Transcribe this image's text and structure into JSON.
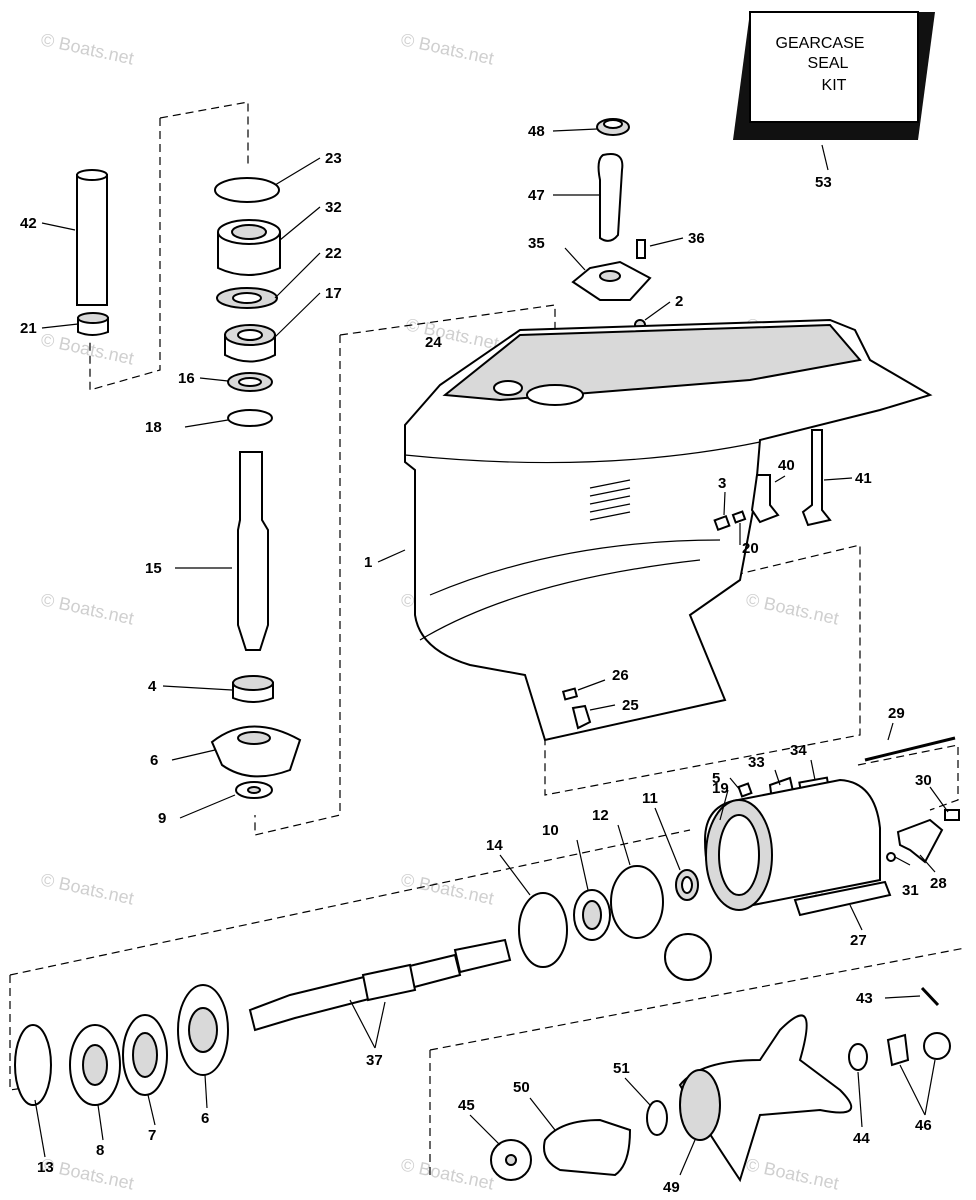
{
  "watermark": "© Boats.net",
  "kit": {
    "lines": [
      "GEARCASE",
      "SEAL",
      "KIT"
    ],
    "number": "53"
  },
  "callouts": [
    {
      "id": "23",
      "text": "23"
    },
    {
      "id": "32",
      "text": "32"
    },
    {
      "id": "22",
      "text": "22"
    },
    {
      "id": "17",
      "text": "17"
    },
    {
      "id": "42",
      "text": "42"
    },
    {
      "id": "21",
      "text": "21"
    },
    {
      "id": "16",
      "text": "16"
    },
    {
      "id": "18",
      "text": "18"
    },
    {
      "id": "15",
      "text": "15"
    },
    {
      "id": "4",
      "text": "4"
    },
    {
      "id": "6a",
      "text": "6"
    },
    {
      "id": "9",
      "text": "9"
    },
    {
      "id": "48",
      "text": "48"
    },
    {
      "id": "47",
      "text": "47"
    },
    {
      "id": "35",
      "text": "35"
    },
    {
      "id": "36",
      "text": "36"
    },
    {
      "id": "2",
      "text": "2"
    },
    {
      "id": "24",
      "text": "24"
    },
    {
      "id": "1",
      "text": "1"
    },
    {
      "id": "3",
      "text": "3"
    },
    {
      "id": "40",
      "text": "40"
    },
    {
      "id": "41",
      "text": "41"
    },
    {
      "id": "20",
      "text": "20"
    },
    {
      "id": "26",
      "text": "26"
    },
    {
      "id": "25",
      "text": "25"
    },
    {
      "id": "29",
      "text": "29"
    },
    {
      "id": "5",
      "text": "5"
    },
    {
      "id": "33",
      "text": "33"
    },
    {
      "id": "34",
      "text": "34"
    },
    {
      "id": "30",
      "text": "30"
    },
    {
      "id": "19",
      "text": "19"
    },
    {
      "id": "11",
      "text": "11"
    },
    {
      "id": "12",
      "text": "12"
    },
    {
      "id": "10",
      "text": "10"
    },
    {
      "id": "14",
      "text": "14"
    },
    {
      "id": "28",
      "text": "28"
    },
    {
      "id": "31",
      "text": "31"
    },
    {
      "id": "27",
      "text": "27"
    },
    {
      "id": "37",
      "text": "37"
    },
    {
      "id": "43",
      "text": "43"
    },
    {
      "id": "13",
      "text": "13"
    },
    {
      "id": "8",
      "text": "8"
    },
    {
      "id": "7",
      "text": "7"
    },
    {
      "id": "6b",
      "text": "6"
    },
    {
      "id": "45",
      "text": "45"
    },
    {
      "id": "50",
      "text": "50"
    },
    {
      "id": "51",
      "text": "51"
    },
    {
      "id": "49",
      "text": "49"
    },
    {
      "id": "44",
      "text": "44"
    },
    {
      "id": "46",
      "text": "46"
    }
  ]
}
